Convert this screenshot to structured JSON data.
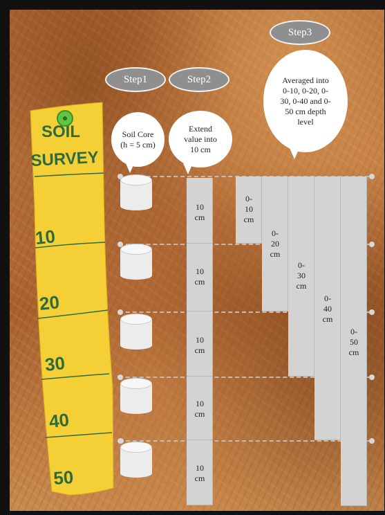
{
  "tape": {
    "line1": "SOIL",
    "line2": "SURVEY",
    "marks": [
      "10",
      "20",
      "30",
      "40",
      "50"
    ],
    "colors": {
      "tape": "#f4cf35",
      "ink": "#2e6b3c",
      "pin": "#5fc542"
    }
  },
  "steps": {
    "step1": "Step1",
    "step2": "Step2",
    "step3": "Step3"
  },
  "bubbles": {
    "step1": "Soil Core (h = 5 cm)",
    "step2": "Extend value into 10 cm",
    "step3": "Averaged into 0-10, 0-20, 0-30, 0-40 and 0-50 cm depth level"
  },
  "step2_blocks": [
    {
      "line1": "10",
      "line2": "cm"
    },
    {
      "line1": "10",
      "line2": "cm"
    },
    {
      "line1": "10",
      "line2": "cm"
    },
    {
      "line1": "10",
      "line2": "cm"
    },
    {
      "line1": "10",
      "line2": "cm"
    }
  ],
  "step3_bars": [
    {
      "text": "0-\n10\ncm",
      "depth_cm": 10
    },
    {
      "text": "0-\n20\ncm",
      "depth_cm": 20
    },
    {
      "text": "0-\n30\ncm",
      "depth_cm": 30
    },
    {
      "text": "0-\n40\ncm",
      "depth_cm": 40
    },
    {
      "text": "0-\n50\ncm",
      "depth_cm": 50
    }
  ],
  "colors": {
    "pill": "#8f8f8f",
    "bar": "#d3d3d3",
    "dash": "#bdbdbd"
  }
}
